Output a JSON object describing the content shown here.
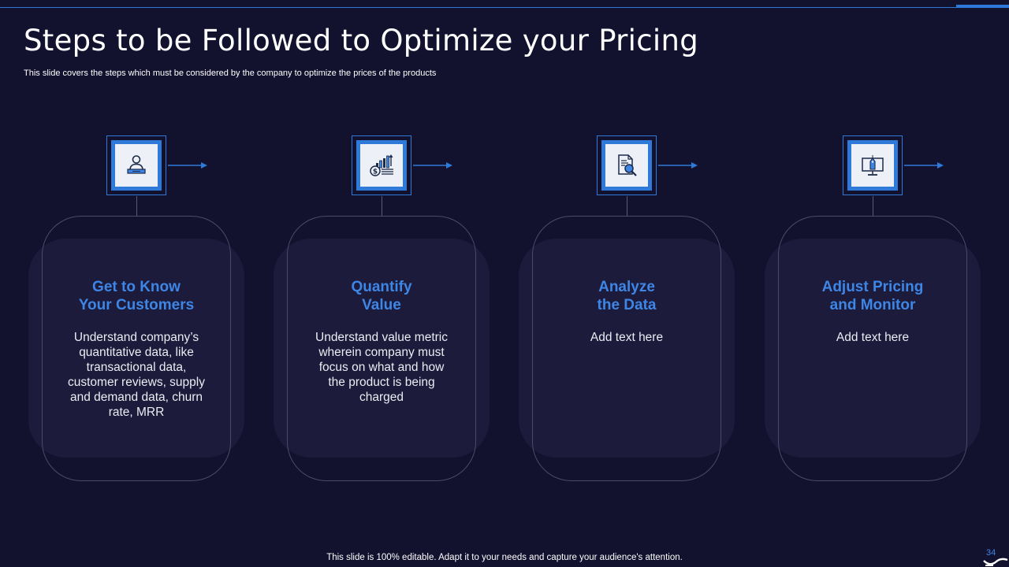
{
  "slide": {
    "title": "Steps to be Followed to Optimize your Pricing",
    "subtitle": "This slide covers the steps which must be considered by the company to optimize the prices of the products",
    "footer": "This slide is 100% editable. Adapt it to your needs and capture your audience's attention.",
    "page_number": "34"
  },
  "colors": {
    "background": "#12112e",
    "accent": "#2f7ad8",
    "title_blue": "#3e86e6",
    "card_fill": "#1c1b3c"
  },
  "steps": [
    {
      "icon": "customer-person-icon",
      "title_line1": "Get to Know",
      "title_line2": "Your Customers",
      "text": "Understand company’s quantitative data, like transactional data, customer reviews, supply and demand data, churn rate, MRR"
    },
    {
      "icon": "value-chart-coin-icon",
      "title_line1": "Quantify",
      "title_line2": "Value",
      "text": "Understand value metric wherein company must focus on what and how the product is being charged"
    },
    {
      "icon": "document-search-icon",
      "title_line1": "Analyze",
      "title_line2": "the Data",
      "text": "Add text here"
    },
    {
      "icon": "monitor-price-tag-icon",
      "title_line1": "Adjust Pricing",
      "title_line2": "and Monitor",
      "text": "Add text here"
    }
  ]
}
